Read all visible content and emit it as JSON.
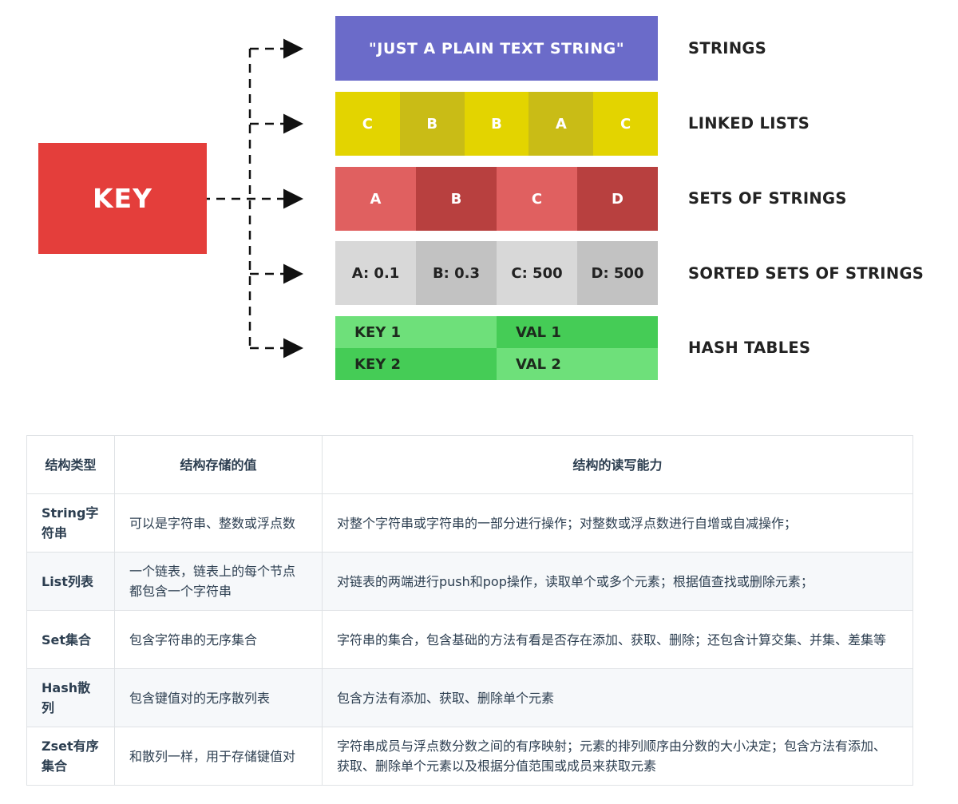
{
  "diagram": {
    "key_label": "KEY",
    "strings_value": "\"JUST A PLAIN TEXT STRING\"",
    "linked_list": [
      "C",
      "B",
      "B",
      "A",
      "C"
    ],
    "set_items": [
      "A",
      "B",
      "C",
      "D"
    ],
    "sorted_set_items": [
      "A: 0.1",
      "B: 0.3",
      "C: 500",
      "D: 500"
    ],
    "hash_rows": [
      {
        "key": "KEY 1",
        "val": "VAL 1"
      },
      {
        "key": "KEY 2",
        "val": "VAL 2"
      }
    ],
    "type_labels": {
      "strings": "STRINGS",
      "linked_lists": "LINKED LISTS",
      "sets": "SETS OF STRINGS",
      "sorted_sets": "SORTED SETS OF STRINGS",
      "hash_tables": "HASH TABLES"
    },
    "colors": {
      "key": "#e43e3b",
      "strings": "#6b6bc9",
      "list_light": "#e3d400",
      "list_dark": "#c9bc16",
      "set_light": "#e06060",
      "set_dark": "#b8403f",
      "sorted_light": "#d8d8d8",
      "sorted_dark": "#c2c2c2",
      "hash_light": "#6ee07a",
      "hash_dark": "#45cc56"
    }
  },
  "table": {
    "headers": [
      "结构类型",
      "结构存储的值",
      "结构的读写能力"
    ],
    "rows": [
      [
        "String字符串",
        "可以是字符串、整数或浮点数",
        "对整个字符串或字符串的一部分进行操作；对整数或浮点数进行自增或自减操作；"
      ],
      [
        "List列表",
        "一个链表，链表上的每个节点都包含一个字符串",
        "对链表的两端进行push和pop操作，读取单个或多个元素；根据值查找或删除元素；"
      ],
      [
        "Set集合",
        "包含字符串的无序集合",
        "字符串的集合，包含基础的方法有看是否存在添加、获取、删除；还包含计算交集、并集、差集等"
      ],
      [
        "Hash散列",
        "包含键值对的无序散列表",
        "包含方法有添加、获取、删除单个元素"
      ],
      [
        "Zset有序集合",
        "和散列一样，用于存储键值对",
        "字符串成员与浮点数分数之间的有序映射；元素的排列顺序由分数的大小决定；包含方法有添加、获取、删除单个元素以及根据分值范围或成员来获取元素"
      ]
    ]
  }
}
